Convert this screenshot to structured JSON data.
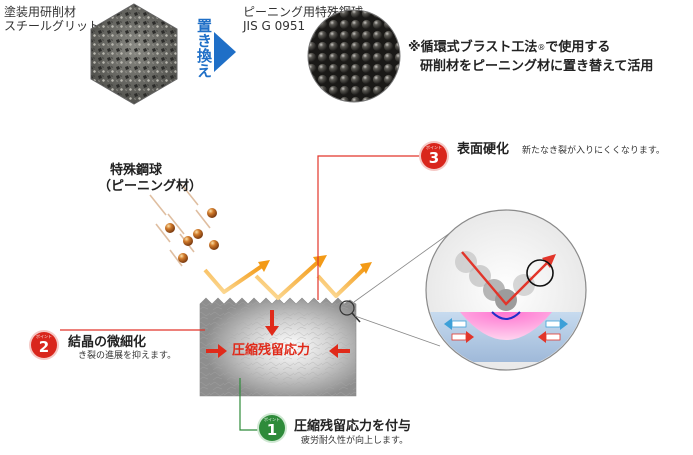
{
  "before_label_line1": "塗装用研削材",
  "before_label_line2": "スチールグリット",
  "replace_label": "置き換え",
  "after_label_line1": "ピーニング用特殊鋼球",
  "after_label_line2": "JIS G 0951",
  "note_line1": "※循環式ブラスト工法",
  "note_registered": "®",
  "note_line1_tail": "で使用する",
  "note_line2": "研削材をピーニング材に置き替えて活用",
  "shot_label_line1": "特殊鋼球",
  "shot_label_line2": "（ピーニング材）",
  "center_label": "圧縮残留応力",
  "point_word": "ポイント",
  "points": [
    {
      "number": "1",
      "title": "圧縮残留応力を付与",
      "desc": "疲労耐久性が向上します。"
    },
    {
      "number": "2",
      "title": "結晶の微細化",
      "desc": "き裂の進展を抑えます。"
    },
    {
      "number": "3",
      "title": "表面硬化",
      "desc": "新たなき裂が入りにくくなります。"
    }
  ],
  "colors": {
    "brand_blue": "#1f6fc7",
    "point_red": "#d9261c",
    "point_green": "#2e8b3a",
    "arrow_orange": "#f3a017",
    "stress_arrow_red": "#e02a1a"
  }
}
